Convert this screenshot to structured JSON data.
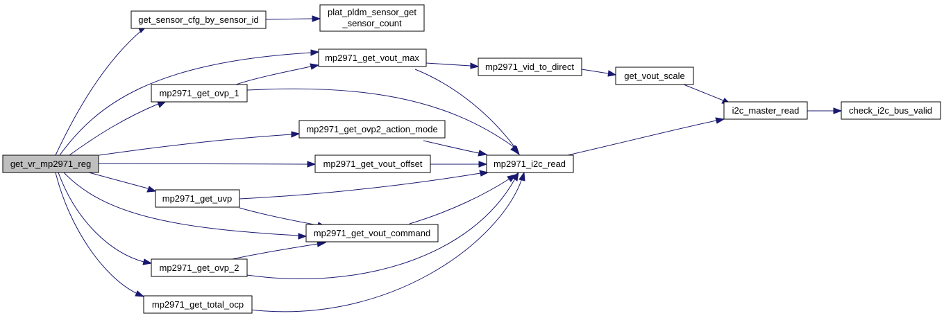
{
  "colors": {
    "edge": "#191970",
    "node_border": "#000000",
    "node_fill": "#ffffff",
    "root_fill": "#bfbfbf"
  },
  "nodes": {
    "get_vr_mp2971_reg": "get_vr_mp2971_reg",
    "get_sensor_cfg_by_sensor_id": "get_sensor_cfg_by_sensor_id",
    "plat_pldm_sensor_get_sensor_count_line1": "plat_pldm_sensor_get",
    "plat_pldm_sensor_get_sensor_count_line2": "_sensor_count",
    "mp2971_get_vout_max": "mp2971_get_vout_max",
    "mp2971_vid_to_direct": "mp2971_vid_to_direct",
    "get_vout_scale": "get_vout_scale",
    "mp2971_get_ovp_1": "mp2971_get_ovp_1",
    "i2c_master_read": "i2c_master_read",
    "check_i2c_bus_valid": "check_i2c_bus_valid",
    "mp2971_get_ovp2_action_mode": "mp2971_get_ovp2_action_mode",
    "mp2971_get_vout_offset": "mp2971_get_vout_offset",
    "mp2971_i2c_read": "mp2971_i2c_read",
    "mp2971_get_uvp": "mp2971_get_uvp",
    "mp2971_get_vout_command": "mp2971_get_vout_command",
    "mp2971_get_ovp_2": "mp2971_get_ovp_2",
    "mp2971_get_total_ocp": "mp2971_get_total_ocp"
  }
}
